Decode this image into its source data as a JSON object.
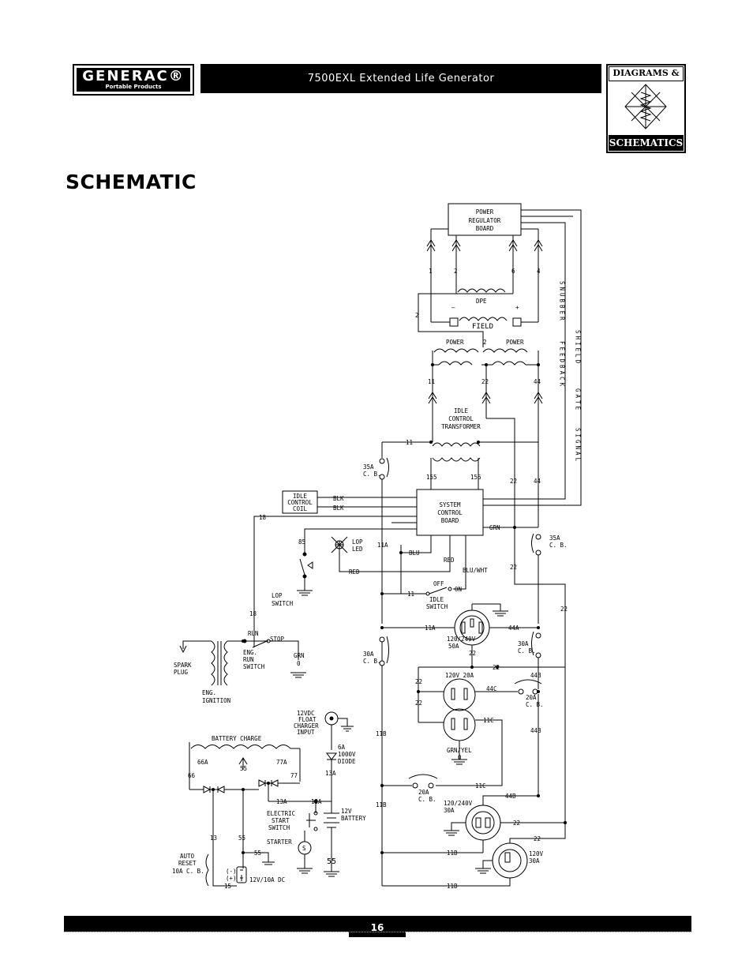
{
  "header": {
    "logo_main": "GENERAC®",
    "logo_sub": "Portable Products",
    "title": "7500EXL Extended Life Generator",
    "badge_top": "DIAGRAMS &",
    "badge_bottom": "SCHEMATICS"
  },
  "page_title": "SCHEMATIC",
  "page_number": "16",
  "labels": {
    "prb": [
      "POWER",
      "REGULATOR",
      "BOARD"
    ],
    "prb_pins": [
      "1",
      "2",
      "6",
      "4"
    ],
    "wire_2": "2",
    "dpe": "DPE",
    "dpe_minus": "—",
    "dpe_plus": "+",
    "field": "FIELD",
    "power_left": "POWER",
    "power_right": "POWER",
    "wire_2b": "2",
    "wire_11_top": "11",
    "wire_22_top": "22",
    "wire_44_top": "44",
    "ict": [
      "IDLE",
      "CONTROL",
      "TRANSFORMER"
    ],
    "wire_11": "11",
    "wire_155": "155",
    "wire_156": "156",
    "wire_22_mid": "22",
    "wire_44_mid": "44",
    "cb35_left": [
      "35A",
      "C. B."
    ],
    "idle_coil": [
      "IDLE",
      "CONTROL",
      "COIL"
    ],
    "blk1": "BLK",
    "blk2": "BLK",
    "scb": [
      "SYSTEM",
      "CONTROL",
      "BOARD"
    ],
    "grn": "GRN",
    "wire_18a": "18",
    "wire_85": "85",
    "lop_led": [
      "LOP",
      "LED"
    ],
    "wire_11a": "11A",
    "blu": "BLU",
    "red1": "RED",
    "red2": "RED",
    "bluwht": "BLU/WHT",
    "wire_22c": "22",
    "cb35_right": [
      "35A",
      "C. B."
    ],
    "lop_switch": [
      "LOP",
      "SWITCH"
    ],
    "off": "OFF",
    "on": "ON",
    "wire_11b": "11",
    "idle_switch": [
      "IDLE",
      "SWITCH"
    ],
    "wire_18b": "18",
    "wire_11a_b": "11A",
    "wire_44a": "44A",
    "recept_50": [
      "120/240V",
      "50A"
    ],
    "wire_22d": "22",
    "wire_22_right": "22",
    "run": "RUN",
    "stop": "STOP",
    "spark_plug": [
      "SPARK",
      "PLUG"
    ],
    "eng_run_switch": [
      "ENG.",
      "RUN",
      "SWITCH"
    ],
    "grn_0": [
      "GRN",
      "0"
    ],
    "cb30_left": [
      "30A",
      "C. B."
    ],
    "cb30_right": [
      "30A",
      "C. B."
    ],
    "wire_22e": "22",
    "eng_ignition": [
      "ENG.",
      "IGNITION"
    ],
    "recept_20_label": "120V  20A",
    "wire_44b": "44B",
    "wire_44c": "44C",
    "cb20_right": [
      "20A",
      "C. B."
    ],
    "wire_22f": "22",
    "wire_22g": "22",
    "wire_11c": "11C",
    "wire_44b2": "44B",
    "grnyel": [
      "GRN/YEL",
      "0"
    ],
    "float_charger": [
      "12VDC",
      "FLOAT",
      "CHARGER",
      "INPUT"
    ],
    "batt_charge": "BATTERY CHARGE",
    "wire_66a": "66A",
    "wire_55a": "55",
    "wire_77a": "77A",
    "wire_66": "66",
    "wire_77": "77",
    "diode": [
      "6A",
      "1000V",
      "DIODE"
    ],
    "wire_13a1": "13A",
    "wire_11b_mid": "11B",
    "wire_11b_low": "11B",
    "cb20_bottom": [
      "20A",
      "C. B."
    ],
    "wire_11c2": "11C",
    "wire_44b3": "44B",
    "recept_30": [
      "120/240V",
      "30A"
    ],
    "wire_13a2": "13A",
    "wire_13a3": "13A",
    "battery": [
      "12V",
      "BATTERY"
    ],
    "electric_start": [
      "ELECTRIC",
      "START",
      "SWITCH"
    ],
    "wire_22h": "22",
    "wire_22i": "22",
    "wire_13": "13",
    "wire_55b": "55",
    "starter": "STARTER",
    "starter_s": "S",
    "wire_55c": "55",
    "wire_11b_3": "11B",
    "recept_120_30": [
      "120V",
      "30A"
    ],
    "auto_reset": [
      "AUTO",
      "RESET",
      "10A C. B."
    ],
    "minus": "(-)",
    "plus": "(+)",
    "dc_out": "12V/10A DC",
    "wire_15": "15",
    "wire_55d": "55",
    "wire_11b_4": "11B",
    "vert_snubber": "SNUBBER",
    "vert_feedback": "FEEDBACK",
    "vert_shield": "SHIELD",
    "vert_gate": "GATE",
    "vert_signal": "SIGNAL"
  }
}
